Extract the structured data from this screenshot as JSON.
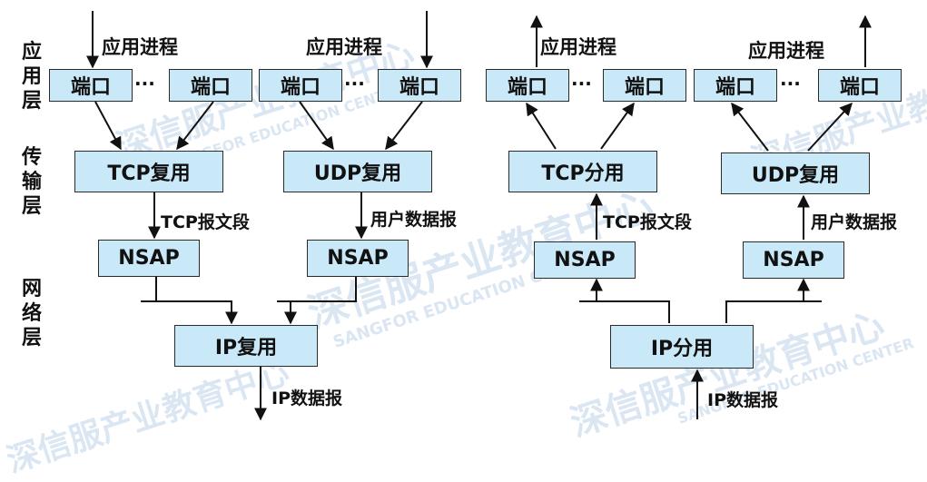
{
  "watermark": {
    "cn": "深信服产业教育中心",
    "en": "SANGFOR EDUCATION CENTER"
  },
  "layers": {
    "application": "应用层",
    "transport": "传输层",
    "network": "网络层"
  },
  "left": {
    "app_process_1": "应用进程",
    "app_process_2": "应用进程",
    "ports": [
      "端口",
      "端口",
      "端口",
      "端口"
    ],
    "dots": "···",
    "tcp_mux": "TCP复用",
    "udp_mux": "UDP复用",
    "tcp_segment": "TCP报文段",
    "udp_datagram": "用户数据报",
    "nsap_1": "NSAP",
    "nsap_2": "NSAP",
    "ip_mux": "IP复用",
    "ip_datagram": "IP数据报"
  },
  "right": {
    "app_process_1": "应用进程",
    "app_process_2": "应用进程",
    "ports": [
      "端口",
      "端口",
      "端口",
      "端口"
    ],
    "dots": "···",
    "tcp_demux": "TCP分用",
    "udp_mux": "UDP复用",
    "tcp_segment": "TCP报文段",
    "udp_datagram": "用户数据报",
    "nsap_1": "NSAP",
    "nsap_2": "NSAP",
    "ip_demux": "IP分用",
    "ip_datagram": "IP数据报"
  }
}
